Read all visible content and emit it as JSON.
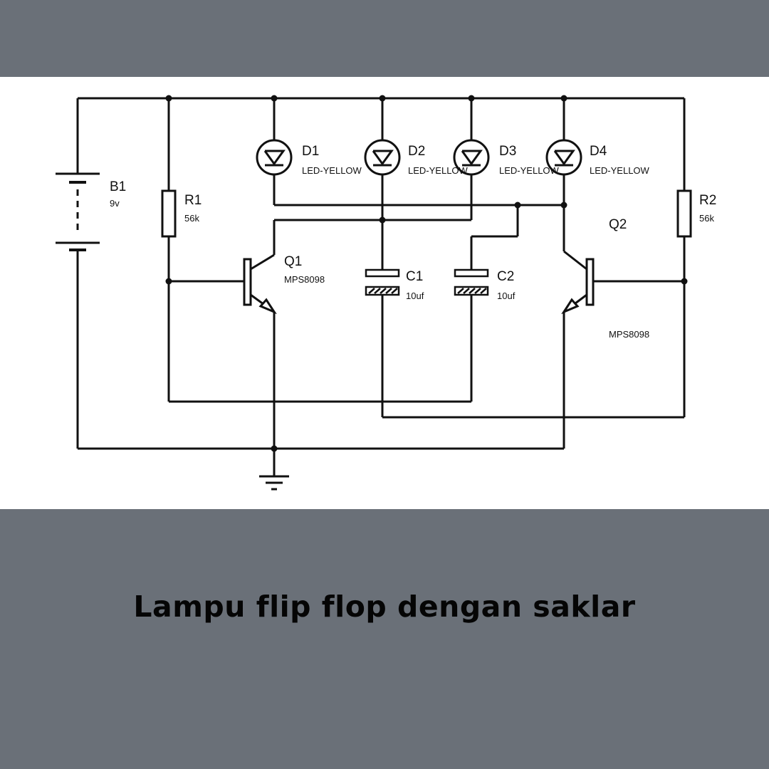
{
  "caption": "Lampu flip flop dengan saklar",
  "colors": {
    "background": "#6a7078",
    "panel": "#ffffff",
    "ink": "#111111"
  },
  "components": {
    "b1": {
      "ref": "B1",
      "value": "9v"
    },
    "r1": {
      "ref": "R1",
      "value": "56k"
    },
    "r2": {
      "ref": "R2",
      "value": "56k"
    },
    "d1": {
      "ref": "D1",
      "value": "LED-YELLOW"
    },
    "d2": {
      "ref": "D2",
      "value": "LED-YELLOW"
    },
    "d3": {
      "ref": "D3",
      "value": "LED-YELLOW"
    },
    "d4": {
      "ref": "D4",
      "value": "LED-YELLOW"
    },
    "q1": {
      "ref": "Q1",
      "value": "MPS8098"
    },
    "q2": {
      "ref": "Q2",
      "value": "MPS8098"
    },
    "c1": {
      "ref": "C1",
      "value": "10uf"
    },
    "c2": {
      "ref": "C2",
      "value": "10uf"
    }
  }
}
